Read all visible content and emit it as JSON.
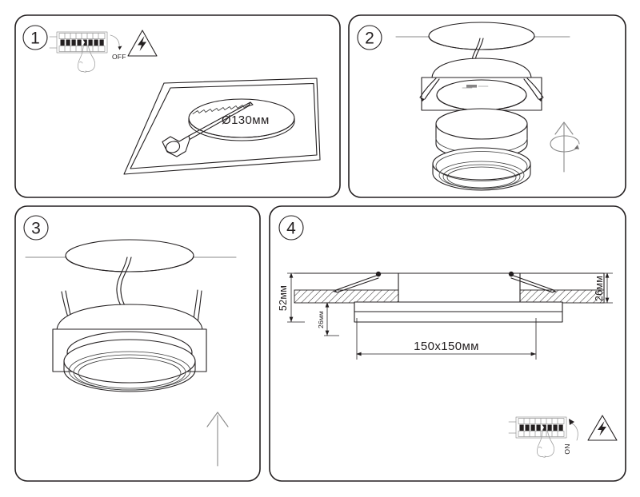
{
  "document": {
    "type": "installation-instruction-diagram",
    "product": "recessed square ceiling downlight",
    "language": "ru",
    "background_color": "#ffffff",
    "line_color": "#231f20",
    "accent_gray": "#8a8a8a"
  },
  "panels": [
    {
      "number": "1",
      "name": "power-off-and-cut-hole",
      "labels": {
        "switch_state": "OFF",
        "hole_diameter": "Ø130мм"
      },
      "icons": [
        "breaker-panel-icon",
        "hand-pointing-icon",
        "electrical-hazard-icon",
        "saw-icon",
        "ceiling-panel-icon"
      ]
    },
    {
      "number": "2",
      "name": "assemble-module-into-frame",
      "labels": {},
      "icons": [
        "ceiling-hole-icon",
        "power-wire-icon",
        "mounting-frame-icon",
        "spring-clip-icon",
        "light-module-icon",
        "lens-ring-icon",
        "rotate-up-arrow-icon"
      ]
    },
    {
      "number": "3",
      "name": "push-fixture-into-ceiling",
      "labels": {},
      "icons": [
        "ceiling-hole-icon",
        "power-wire-icon",
        "spring-clip-icon",
        "assembled-fixture-icon",
        "up-arrow-icon"
      ]
    },
    {
      "number": "4",
      "name": "dimensions-and-power-on",
      "labels": {
        "overall_depth": "52мм",
        "plate_thickness": "26мм",
        "body_height": "26мм",
        "cutout_size": "150х150мм",
        "switch_state": "ON"
      },
      "icons": [
        "cross-section-icon",
        "spring-clip-icon",
        "dimension-arrow-icon",
        "breaker-panel-icon",
        "hand-pointing-icon",
        "electrical-hazard-icon"
      ]
    }
  ],
  "dimensions": {
    "d52": "52мм",
    "d26_inner": "26мм",
    "d26_right": "26мм",
    "cutout": "150х150мм",
    "hole_diameter": "Ø130мм"
  },
  "switch_states": {
    "off": "OFF",
    "on": "ON"
  }
}
